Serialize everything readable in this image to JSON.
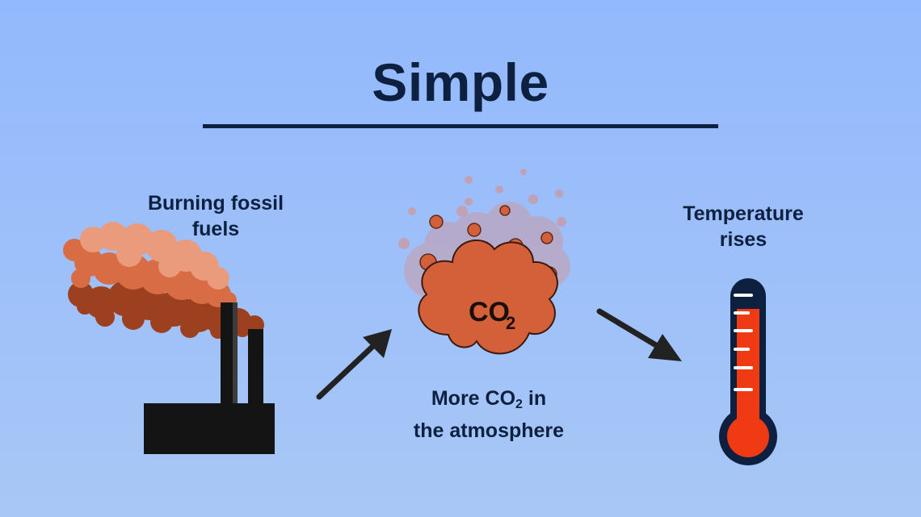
{
  "slide": {
    "title": "Simple",
    "steps": [
      {
        "label_line1": "Burning fossil",
        "label_line2": "fuels",
        "icon": "factory-smoke-icon"
      },
      {
        "label_prefix": "More CO",
        "label_subscript": "2",
        "label_suffix": " in",
        "label_line2": "the atmosphere",
        "icon": "co2-cloud-icon"
      },
      {
        "label_line1": "Temperature",
        "label_line2": "rises",
        "icon": "thermometer-icon"
      }
    ],
    "cloud_text": {
      "main": "CO",
      "sub": "2"
    },
    "colors": {
      "background": "#93b9fd",
      "text": "#0d2040",
      "co2_fill": "#d4603a",
      "smoke_dark": "#9c4020",
      "smoke_mid": "#d86d45",
      "smoke_light": "#ea9b7c",
      "factory": "#141414",
      "thermometer_red": "#f03a14"
    }
  }
}
